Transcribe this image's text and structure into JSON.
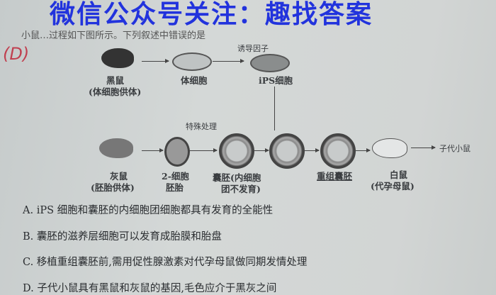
{
  "question": {
    "stem": "小鼠…过程如下图所示。下列叙述中错误的是"
  },
  "watermark": "微信公众号关注：趣找答案",
  "diagram": {
    "induce_label": "诱导因子",
    "black_mouse": "黑鼠",
    "black_mouse_role": "(体细胞供体)",
    "somatic_cell": "体细胞",
    "ips_cell": "iPS细胞",
    "special_treatment": "特殊处理",
    "gray_mouse": "灰鼠",
    "gray_mouse_role": "(胚胎供体)",
    "two_cell_1": "2-细胞",
    "two_cell_2": "胚胎",
    "blastocyst_1": "囊胚(内细胞",
    "blastocyst_2": "团不发育)",
    "recombinant": "重组囊胚",
    "white_mouse": "白鼠",
    "white_mouse_role": "(代孕母鼠)",
    "offspring": "子代小鼠"
  },
  "options": [
    "A. iPS 细胞和囊胚的内细胞团细胞都具有发育的全能性",
    "B. 囊胚的滋养层细胞可以发育成胎膜和胎盘",
    "C. 移植重组囊胚前,需用促性腺激素对代孕母鼠做同期发情处理",
    "D. 子代小鼠具有黑鼠和灰鼠的基因,毛色应介于黑灰之间"
  ],
  "handwriting": "(D)"
}
